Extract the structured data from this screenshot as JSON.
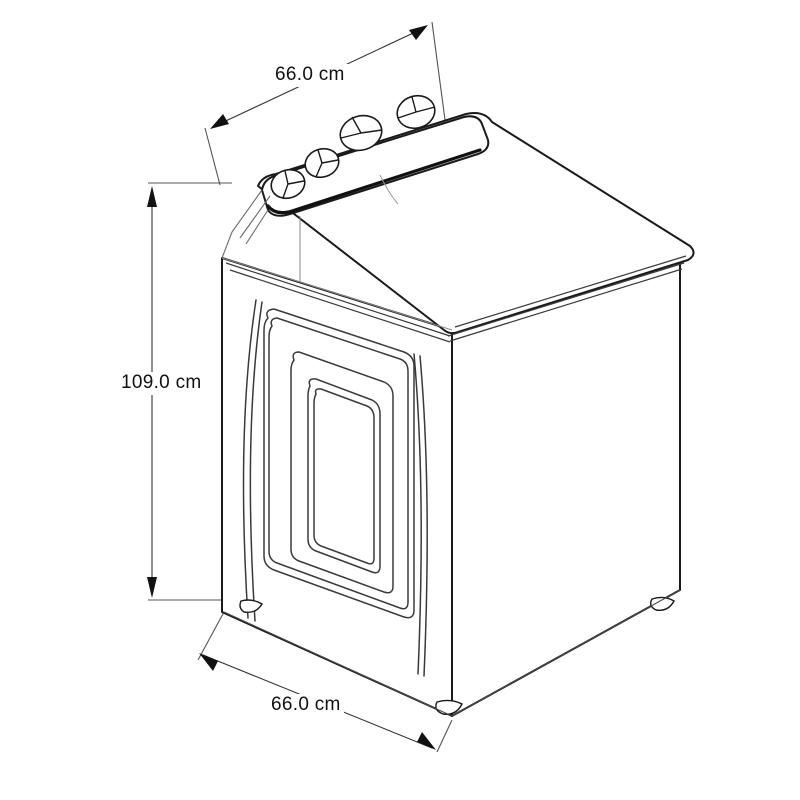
{
  "drawing": {
    "title": "Top-load washing machine dimensioned line drawing",
    "view": "isometric",
    "background_color": "#ffffff",
    "line_color": "#1a1a1a",
    "thin_line_color": "#6b6b6b",
    "text_color": "#111111"
  },
  "dimensions": {
    "depth": {
      "value": "66.0 cm",
      "axis": "depth",
      "placement": "top-left diagonal"
    },
    "height": {
      "value": "109.0 cm",
      "axis": "height",
      "placement": "left vertical"
    },
    "width": {
      "value": "66.0 cm",
      "axis": "width",
      "placement": "bottom diagonal"
    }
  },
  "product": {
    "type": "top-load-washer",
    "control_panel": {
      "knob_count": 4,
      "knobs": [
        {
          "name": "knob-1"
        },
        {
          "name": "knob-2"
        },
        {
          "name": "knob-3"
        },
        {
          "name": "knob-4"
        }
      ]
    },
    "feet": {
      "count": 3
    },
    "front_panel": {
      "motif": "nested-rounded-rectangle-recess"
    }
  }
}
